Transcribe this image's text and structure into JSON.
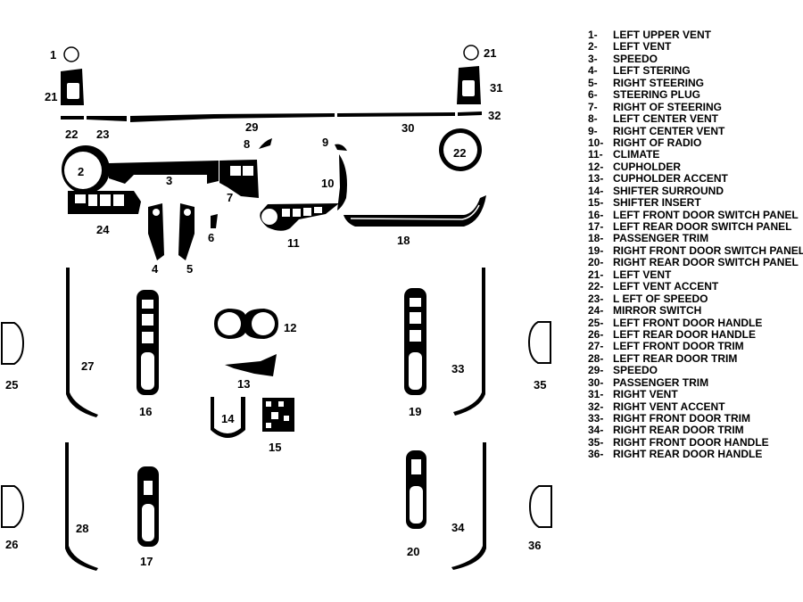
{
  "callouts": {
    "c1": "1",
    "c2": "2",
    "c3": "3",
    "c4": "4",
    "c5": "5",
    "c6": "6",
    "c7": "7",
    "c8": "8",
    "c9": "9",
    "c10": "10",
    "c11": "11",
    "c12": "12",
    "c13": "13",
    "c14": "14",
    "c15": "15",
    "c16": "16",
    "c17": "17",
    "c18": "18",
    "c19": "19",
    "c20": "20",
    "c21a": "21",
    "c21b": "21",
    "c22a": "22",
    "c22b": "22",
    "c23": "23",
    "c24": "24",
    "c25": "25",
    "c26": "26",
    "c27": "27",
    "c28": "28",
    "c29": "29",
    "c30": "30",
    "c31": "31",
    "c32": "32",
    "c33": "33",
    "c34": "34",
    "c35": "35",
    "c36": "36"
  },
  "legend": [
    {
      "num": "1-",
      "label": "LEFT UPPER VENT"
    },
    {
      "num": "2-",
      "label": "LEFT VENT"
    },
    {
      "num": "3-",
      "label": "SPEEDO"
    },
    {
      "num": "4-",
      "label": "LEFT STERING"
    },
    {
      "num": "5-",
      "label": "RIGHT STEERING"
    },
    {
      "num": "6-",
      "label": "STEERING PLUG"
    },
    {
      "num": "7-",
      "label": "RIGHT OF STEERING"
    },
    {
      "num": "8-",
      "label": "LEFT CENTER VENT"
    },
    {
      "num": "9-",
      "label": "RIGHT CENTER VENT"
    },
    {
      "num": "10-",
      "label": "RIGHT OF RADIO"
    },
    {
      "num": "11-",
      "label": "CLIMATE"
    },
    {
      "num": "12-",
      "label": "CUPHOLDER"
    },
    {
      "num": "13-",
      "label": "CUPHOLDER ACCENT"
    },
    {
      "num": "14-",
      "label": "SHIFTER SURROUND"
    },
    {
      "num": "15-",
      "label": "SHIFTER INSERT"
    },
    {
      "num": "16-",
      "label": "LEFT FRONT DOOR SWITCH PANEL"
    },
    {
      "num": "17-",
      "label": "LEFT REAR DOOR SWITCH PANEL"
    },
    {
      "num": "18-",
      "label": "PASSENGER TRIM"
    },
    {
      "num": "19-",
      "label": "RIGHT FRONT DOOR SWITCH PANEL"
    },
    {
      "num": "20-",
      "label": "RIGHT REAR DOOR SWITCH PANEL"
    },
    {
      "num": "21-",
      "label": "LEFT VENT"
    },
    {
      "num": "22-",
      "label": "LEFT VENT ACCENT"
    },
    {
      "num": "23-",
      "label": "L EFT OF SPEEDO"
    },
    {
      "num": "24-",
      "label": "MIRROR SWITCH"
    },
    {
      "num": "25-",
      "label": "LEFT FRONT DOOR HANDLE"
    },
    {
      "num": "26-",
      "label": "LEFT REAR DOOR HANDLE"
    },
    {
      "num": "27-",
      "label": "LEFT FRONT DOOR TRIM"
    },
    {
      "num": "28-",
      "label": "LEFT REAR DOOR TRIM"
    },
    {
      "num": "29-",
      "label": "SPEEDO"
    },
    {
      "num": "30-",
      "label": "PASSENGER TRIM"
    },
    {
      "num": "31-",
      "label": "RIGHT VENT"
    },
    {
      "num": "32-",
      "label": "RIGHT VENT ACCENT"
    },
    {
      "num": "33-",
      "label": "RIGHT FRONT DOOR TRIM"
    },
    {
      "num": "34-",
      "label": "RIGHT REAR DOOR TRIM"
    },
    {
      "num": "35-",
      "label": "RIGHT FRONT DOOR HANDLE"
    },
    {
      "num": "36-",
      "label": "RIGHT REAR DOOR HANDLE"
    }
  ]
}
